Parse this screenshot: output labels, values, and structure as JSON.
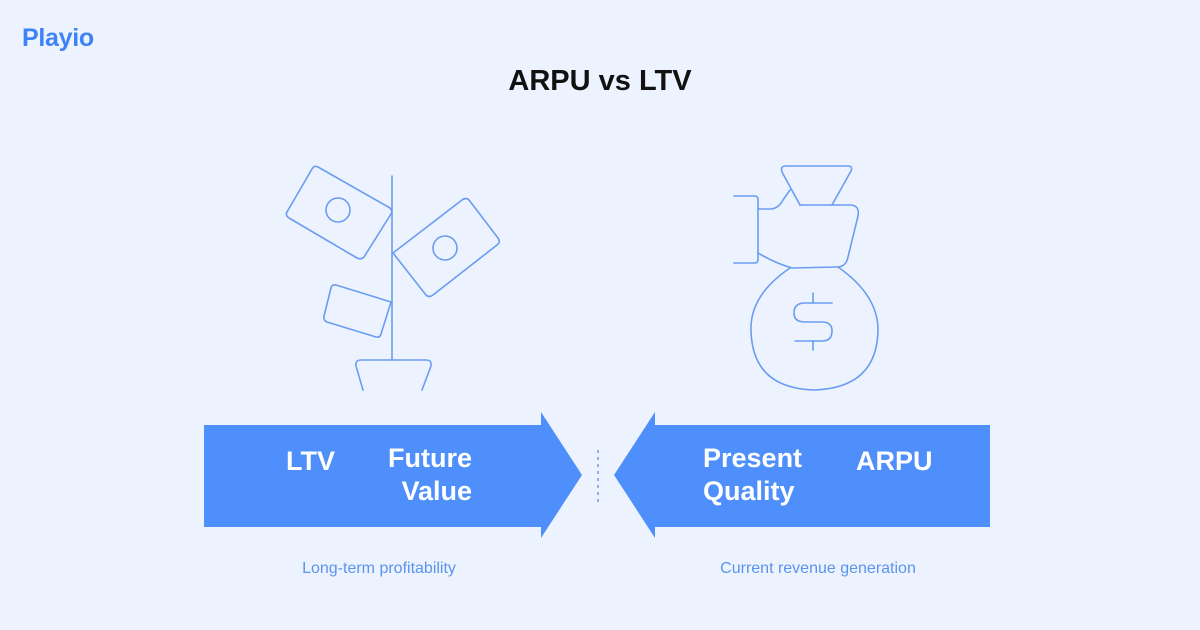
{
  "brand": {
    "logo_text": "Playio",
    "accent_color": "#3e82f7"
  },
  "header": {
    "title": "ARPU vs LTV"
  },
  "left_panel": {
    "icon": "money-plant-icon",
    "arrow": {
      "direction": "right",
      "color": "#4e8ffb",
      "metric": "LTV",
      "descriptor_line1": "Future",
      "descriptor_line2": "Value"
    },
    "caption": "Long-term profitability"
  },
  "right_panel": {
    "icon": "money-bag-hand-icon",
    "arrow": {
      "direction": "left",
      "color": "#4e8ffb",
      "metric": "ARPU",
      "descriptor_line1": "Present",
      "descriptor_line2": "Quality"
    },
    "caption": "Current revenue generation"
  },
  "divider": {
    "style": "dotted",
    "color": "#8fb0e6"
  },
  "colors": {
    "background": "#edf3fe",
    "line_art": "#6a9cf2",
    "caption_text": "#5b93ee",
    "title_text": "#111111"
  }
}
